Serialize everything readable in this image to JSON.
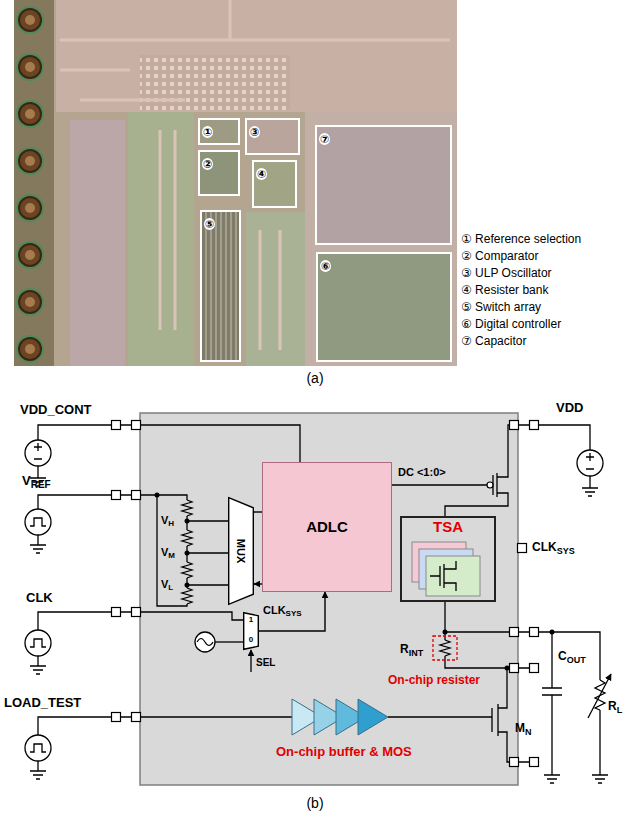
{
  "diagram": {
    "nodes": [
      {
        "text": [
          "①"
        ]
      },
      {
        "text": [
          "②"
        ]
      },
      {
        "text": [
          "③"
        ]
      },
      {
        "text": [
          "④"
        ]
      },
      {
        "text": [
          "⑤"
        ]
      },
      {
        "text": [
          "⑥"
        ]
      },
      {
        "text": [
          "⑦"
        ]
      },
      {
        "text": [
          "MUX"
        ]
      },
      {
        "text": [
          "ADLC"
        ]
      },
      {
        "text": [
          "TSA"
        ]
      },
      {
        "text": [
          "1",
          "0"
        ]
      }
    ],
    "edges": [
      {
        "from": 7,
        "to": 8,
        "arrow": "none"
      },
      {
        "from": 8,
        "to": 7,
        "arrow": "to"
      },
      {
        "from": 10,
        "to": 8,
        "arrow": "to"
      }
    ],
    "labels": [
      "(a)",
      "① Reference selection",
      "② Comparator",
      "③ ULP Oscillator",
      "④ Resister bank",
      "⑤ Switch array",
      "⑥ Digital controller",
      "⑦ Capacitor",
      "VDD_CONT",
      "V",
      "REF",
      "CLK",
      "LOAD_TEST",
      "VDD",
      "V",
      "H",
      "V",
      "M",
      "V",
      "L",
      "DC <1:0>",
      "CLK",
      "SYS",
      "SEL",
      "CLK",
      "SYS",
      "On-chip resister",
      "R",
      "INT",
      "C",
      "OUT",
      "R",
      "L",
      "On-chip buffer & MOS",
      "M",
      "N",
      "(b)"
    ]
  }
}
